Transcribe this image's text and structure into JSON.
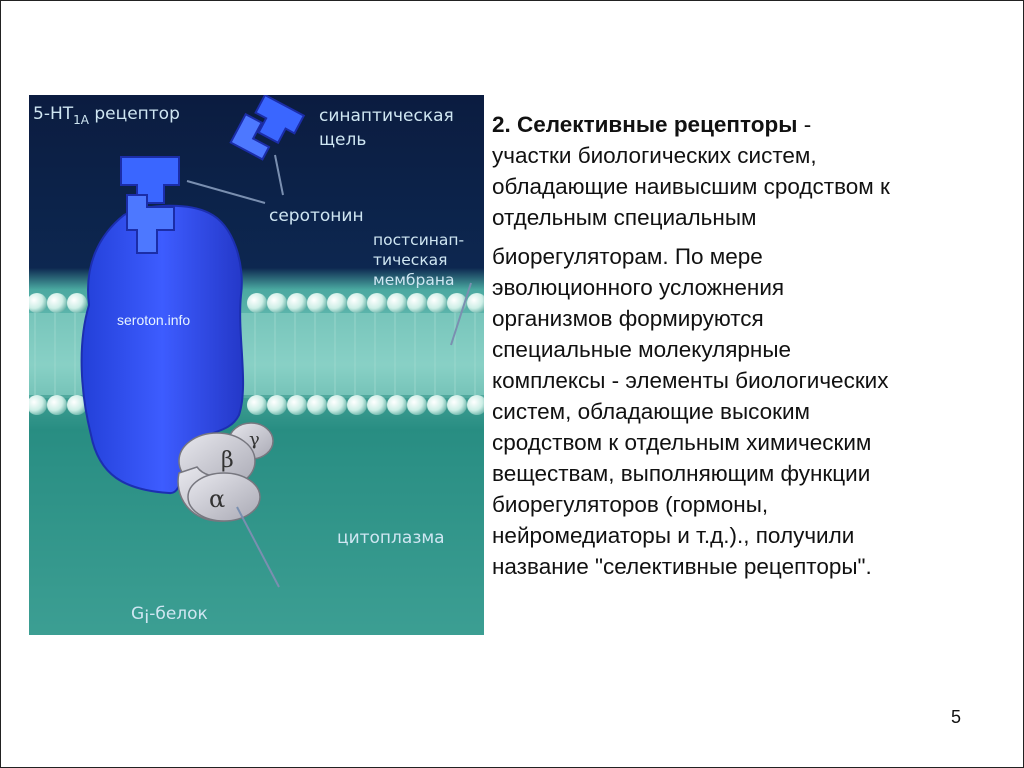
{
  "figure": {
    "receptor_label": "5-HT1A рецептор",
    "synaptic_cleft_label": [
      "синаптическая",
      "щель"
    ],
    "serotonin_label": "серотонин",
    "membrane_label": [
      "постсинап-",
      "тическая",
      "мембрана"
    ],
    "watermark": "seroton.info",
    "cytoplasm_label": "цитоплазма",
    "gprotein_label": "Gi-белок",
    "subunits": [
      "β",
      "γ",
      "α"
    ],
    "colors": {
      "extracellular": "#0c2148",
      "membrane": "#8fd3c8",
      "cytoplasm": "#1f8f84",
      "receptor": "#2f52f2"
    }
  },
  "text": {
    "heading_number": "2.",
    "heading_title": "Селективные рецепторы",
    "heading_dash": "-",
    "lines": [
      "участки биологических систем,",
      "обладающие наивысшим сродством к",
      "отдельным специальным",
      "биорегуляторам. По мере",
      "эволюционного усложнения",
      "организмов формируются",
      "специальные молекулярные",
      "комплексы - элементы биологических",
      "систем, обладающие высоким",
      "сродством к отдельным химическим",
      "веществам, выполняющим функции",
      "биорегуляторов (гормоны,",
      "нейромедиаторы и т.д.)., получили",
      "название \"селективные рецепторы\"."
    ]
  },
  "page_number": "5"
}
